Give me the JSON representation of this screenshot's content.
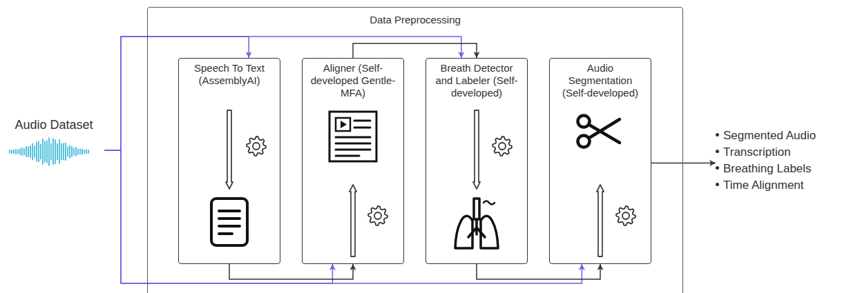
{
  "diagram": {
    "nodes": [
      {
        "text": [
          "Audio Dataset"
        ]
      },
      {
        "text": [
          "Data Preprocessing"
        ]
      },
      {
        "text": [
          "Speech To Text (AssemblyAI)"
        ],
        "in": 1
      },
      {
        "text": [
          "Aligner (Self-developed Gentle-MFA)"
        ],
        "in": 1
      },
      {
        "text": [
          "Breath Detector and Labeler (Self-developed)"
        ],
        "in": 1
      },
      {
        "text": [
          "Audio Segmentation (Self-developed)"
        ],
        "in": 1
      },
      {
        "text": [
          "Segmented Audio",
          "Transcription",
          "Breathing Labels",
          "Time Alignment"
        ]
      }
    ],
    "edges": [
      {
        "from": 0,
        "to": 2,
        "arrow": "to"
      },
      {
        "from": 0,
        "to": 4,
        "arrow": "to"
      },
      {
        "from": 0,
        "to": 3,
        "arrow": "to"
      },
      {
        "from": 0,
        "to": 5,
        "arrow": "to"
      },
      {
        "from": 2,
        "to": 3,
        "arrow": "to"
      },
      {
        "from": 3,
        "to": 4,
        "arrow": "to"
      },
      {
        "from": 4,
        "to": 5,
        "arrow": "to"
      },
      {
        "from": 5,
        "to": 6,
        "arrow": "to"
      }
    ]
  }
}
